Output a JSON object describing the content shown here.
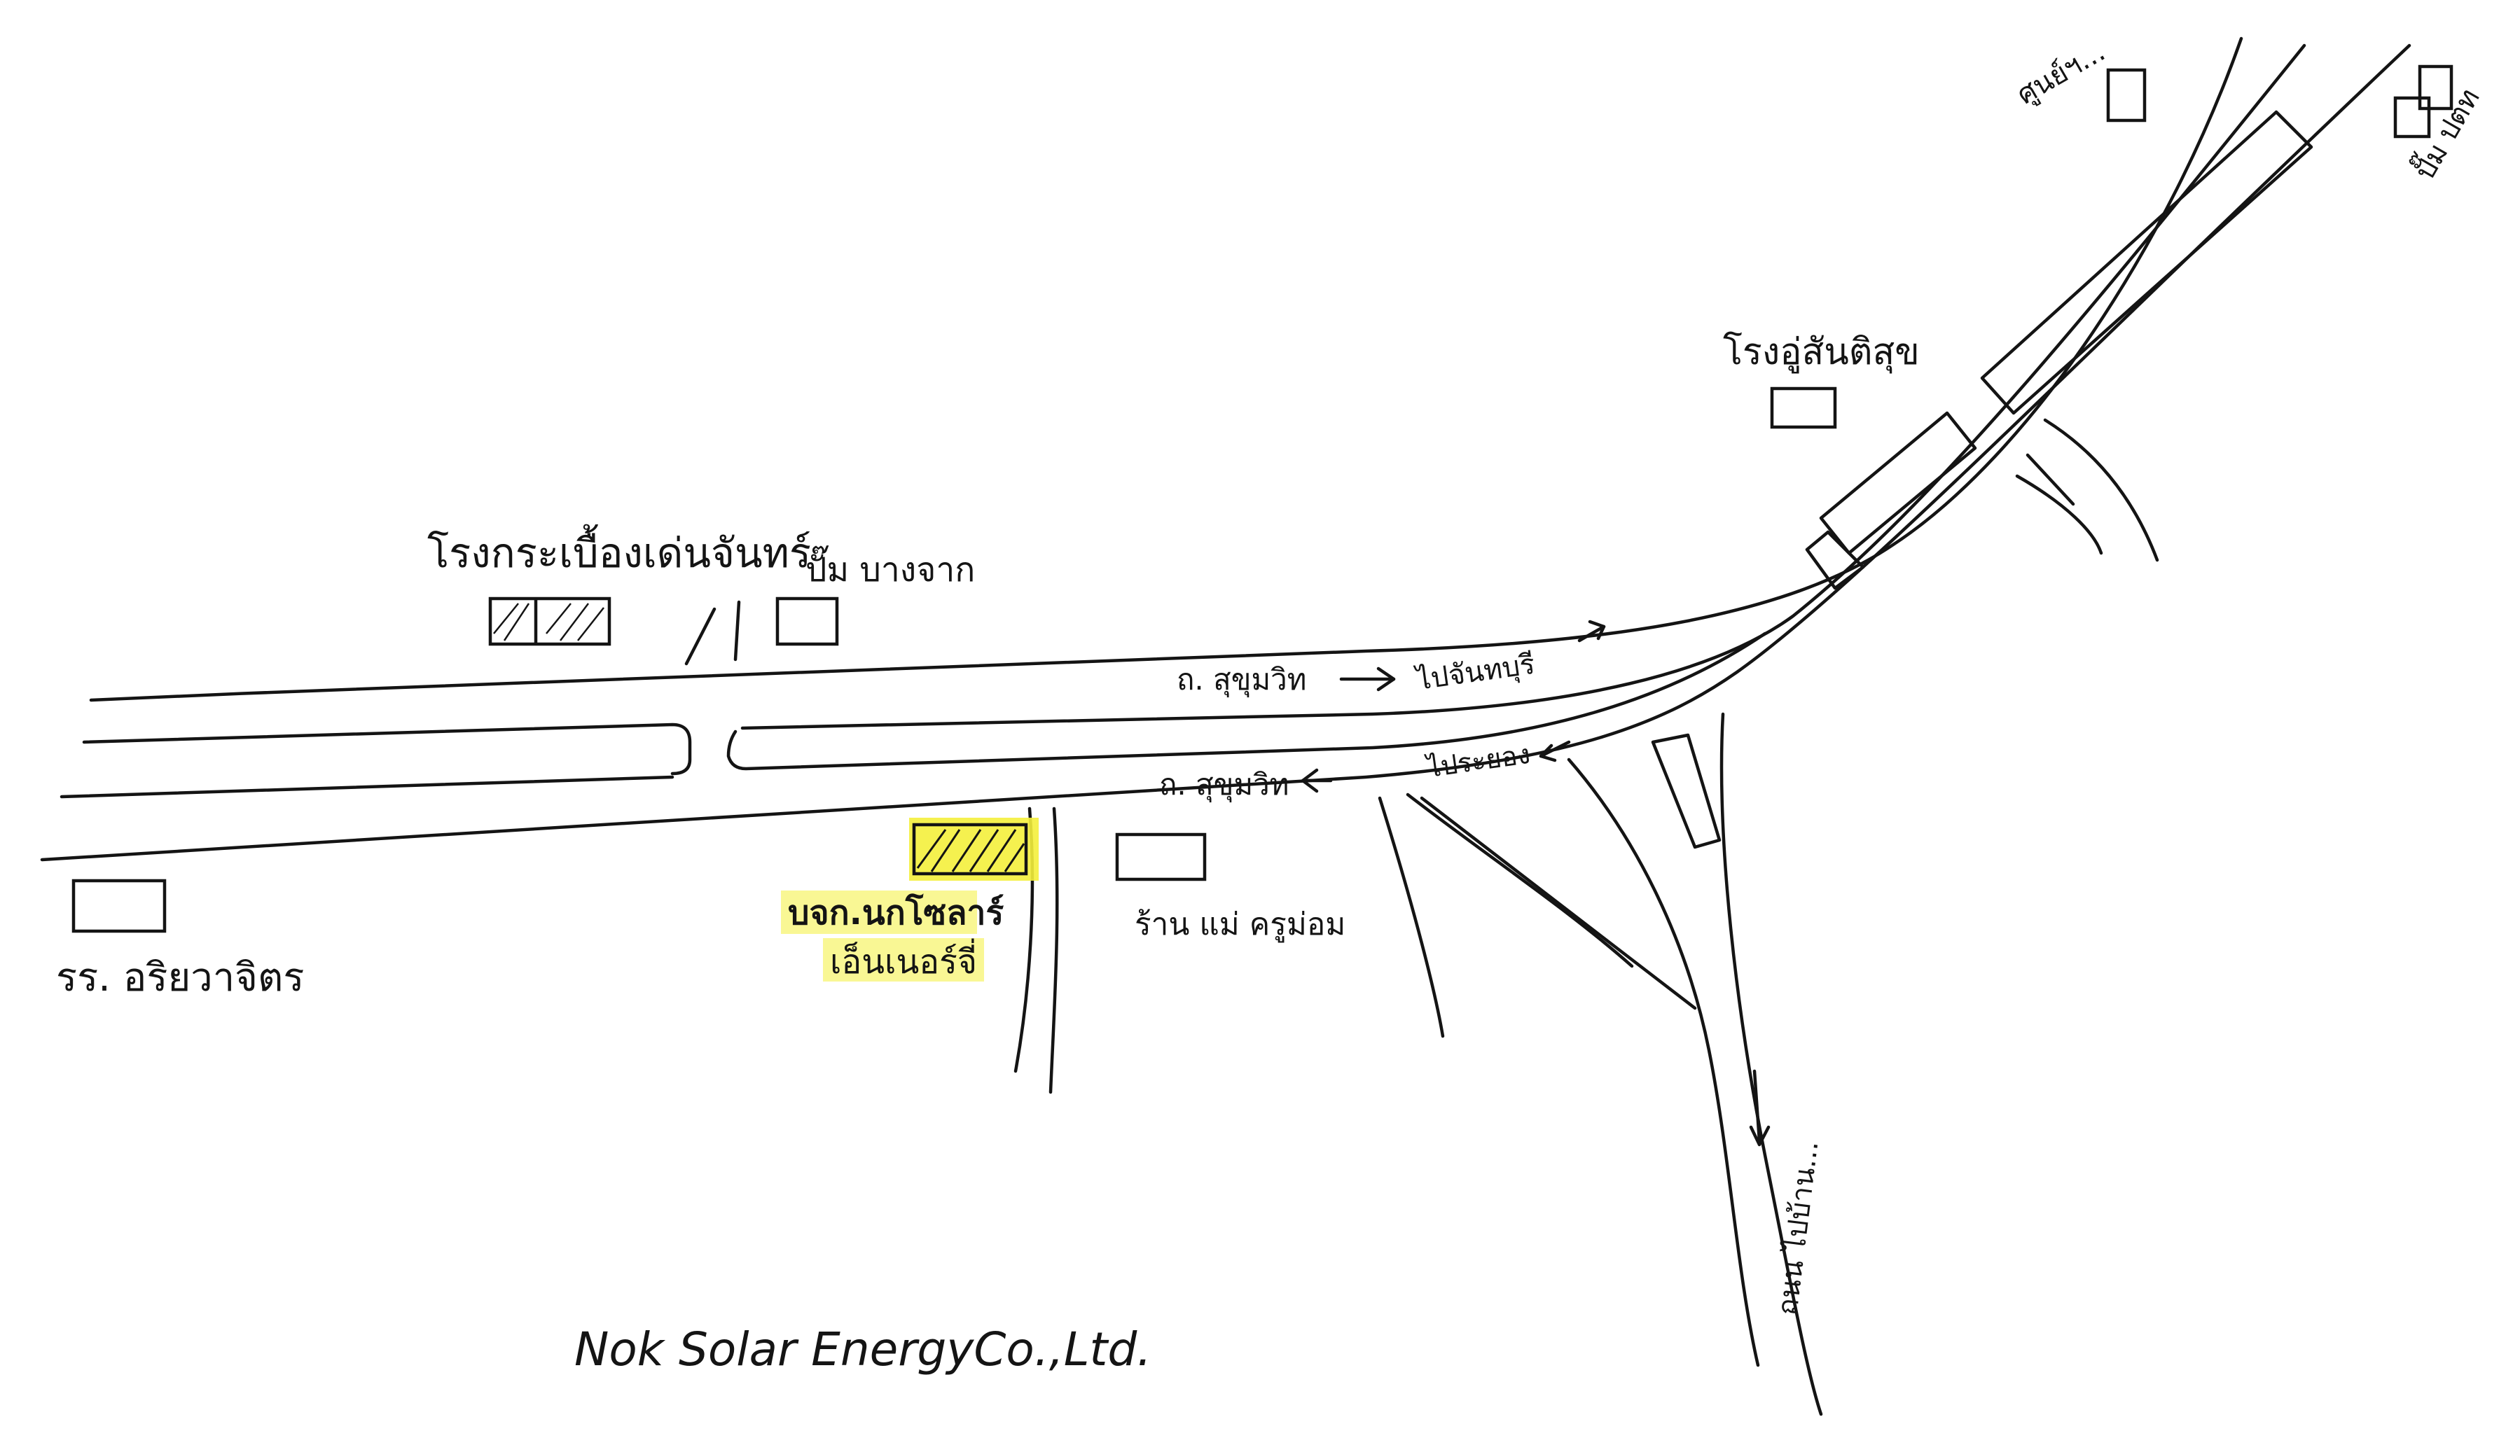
{
  "labels": {
    "tile_factory": "โรงกระเบื้องเด่นจันทร์",
    "gas_station": "ปั๊ม บางจาก",
    "garage": "โรงอู่สันติสุข",
    "sakhon_center": "ศูนย์ฯ...",
    "gas_station_right": "ปั๊ม ปตท",
    "road_north": "ถ. สุขุมวิท",
    "road_south": "ถ. สุขุมวิท",
    "to_chanthaburi": "ไปจันทบุรี",
    "to_rayong": "ไประยอง",
    "school": "รร. อริยวาจิตร",
    "company_line1": "บจก.นกโซลาร์",
    "company_line2": "เอ็นเนอร์จี่",
    "shop": "ร้าน แม่ ครูม่อม",
    "vertical_road": "ถนน ไปบ้าน...",
    "company_english": "Nok Solar EnergyCo.,Ltd."
  },
  "colors": {
    "ink": "#141414",
    "highlight": "#f4f03c",
    "paper": "#ffffff"
  }
}
